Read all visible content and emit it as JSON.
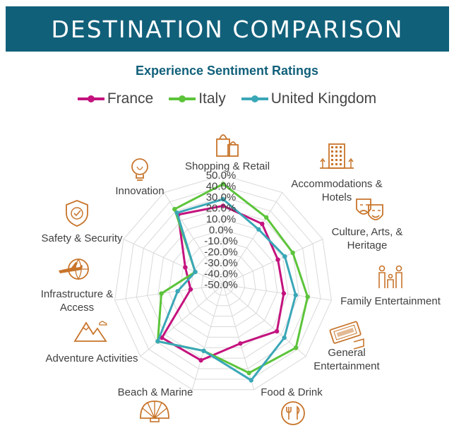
{
  "header": {
    "title": "DESTINATION COMPARISON"
  },
  "colors": {
    "banner": "#11607a",
    "grid": "#d9d9d9",
    "axis_text": "#404040",
    "icon": "#c8752b"
  },
  "chart_data": {
    "type": "radar",
    "title": "Experience Sentiment Ratings",
    "categories": [
      "Shopping & Retail",
      "Accommodations & Hotels",
      "Culture, Arts, & Heritage",
      "Family Entertainment",
      "General Entertainment",
      "Food & Drink",
      "Beach & Marine",
      "Adventure Activities",
      "Infrastructure & Access",
      "Safety & Security",
      "Innovation"
    ],
    "category_icons": [
      "shopping-bags-icon",
      "hotel-building-icon",
      "theater-masks-icon",
      "family-icon",
      "tickets-icon",
      "dining-plate-icon",
      "seashell-icon",
      "mountains-icon",
      "plane-globe-icon",
      "shield-check-icon",
      "lightbulb-icon"
    ],
    "rlim": [
      -50,
      50
    ],
    "ticks": [
      "-50.0%",
      "-40.0%",
      "-30.0%",
      "-20.0%",
      "-10.0%",
      "0.0%",
      "10.0%",
      "20.0%",
      "30.0%",
      "40.0%",
      "50.0%"
    ],
    "legend_position": "top",
    "series": [
      {
        "name": "France",
        "color": "#c4137e",
        "values": [
          22,
          16,
          5,
          6,
          15,
          6,
          22,
          24,
          -20,
          -12,
          26
        ]
      },
      {
        "name": "Italy",
        "color": "#5cc43a",
        "values": [
          42,
          23,
          20,
          28,
          38,
          34,
          13,
          29,
          7,
          -22,
          32
        ]
      },
      {
        "name": "United Kingdom",
        "color": "#3aa7b7",
        "values": [
          28,
          10,
          12,
          17,
          24,
          41,
          13,
          29,
          -8,
          -22,
          28
        ]
      }
    ]
  }
}
